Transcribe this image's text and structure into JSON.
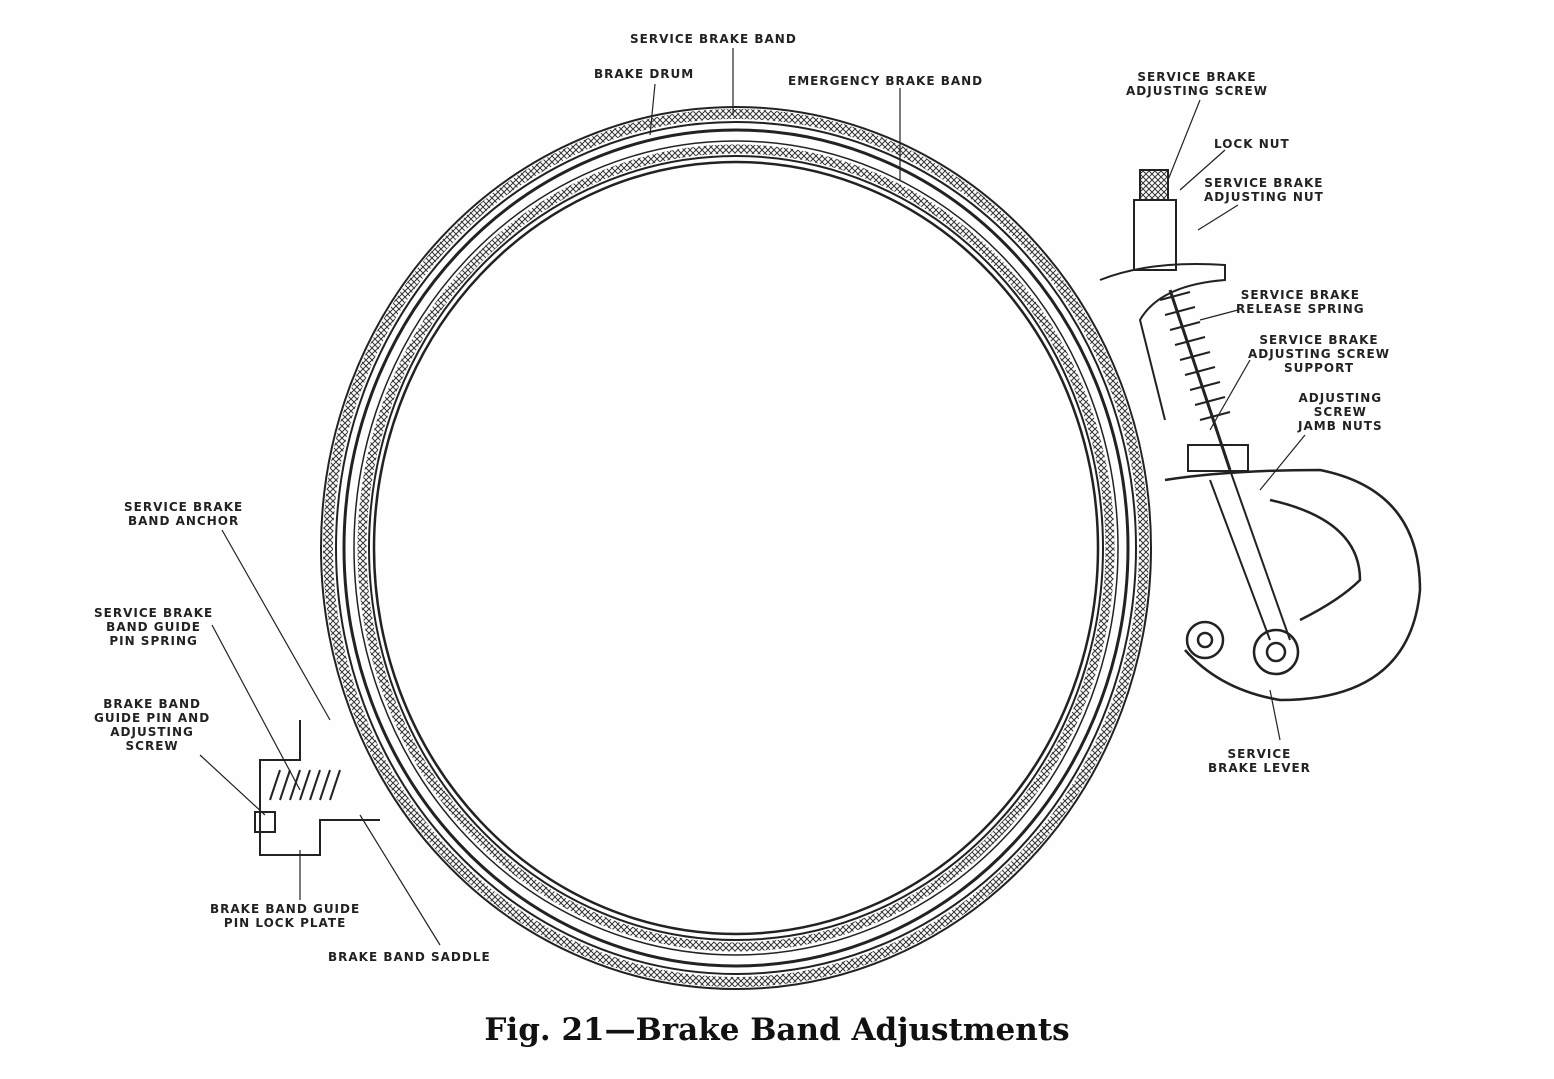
{
  "figure": {
    "caption": "Fig. 21—Brake Band Adjustments",
    "labels": {
      "service_brake_band": "SERVICE BRAKE BAND",
      "brake_drum": "BRAKE DRUM",
      "emergency_brake_band": "EMERGENCY BRAKE BAND",
      "adjusting_screw": "SERVICE BRAKE\nADJUSTING SCREW",
      "lock_nut": "LOCK NUT",
      "adjusting_nut": "SERVICE BRAKE\nADJUSTING NUT",
      "release_spring": "SERVICE BRAKE\nRELEASE SPRING",
      "screw_support": "SERVICE BRAKE\nADJUSTING SCREW\nSUPPORT",
      "jamb_nuts": "ADJUSTING\nSCREW\nJAMB NUTS",
      "brake_lever": "SERVICE\nBRAKE LEVER",
      "band_anchor": "SERVICE BRAKE\nBAND ANCHOR",
      "guide_pin_spring": "SERVICE BRAKE\nBAND GUIDE\nPIN SPRING",
      "guide_pin_screw": "BRAKE BAND\nGUIDE PIN AND\nADJUSTING\nSCREW",
      "lock_plate": "BRAKE BAND GUIDE\nPIN LOCK PLATE",
      "band_saddle": "BRAKE BAND SADDLE"
    }
  }
}
